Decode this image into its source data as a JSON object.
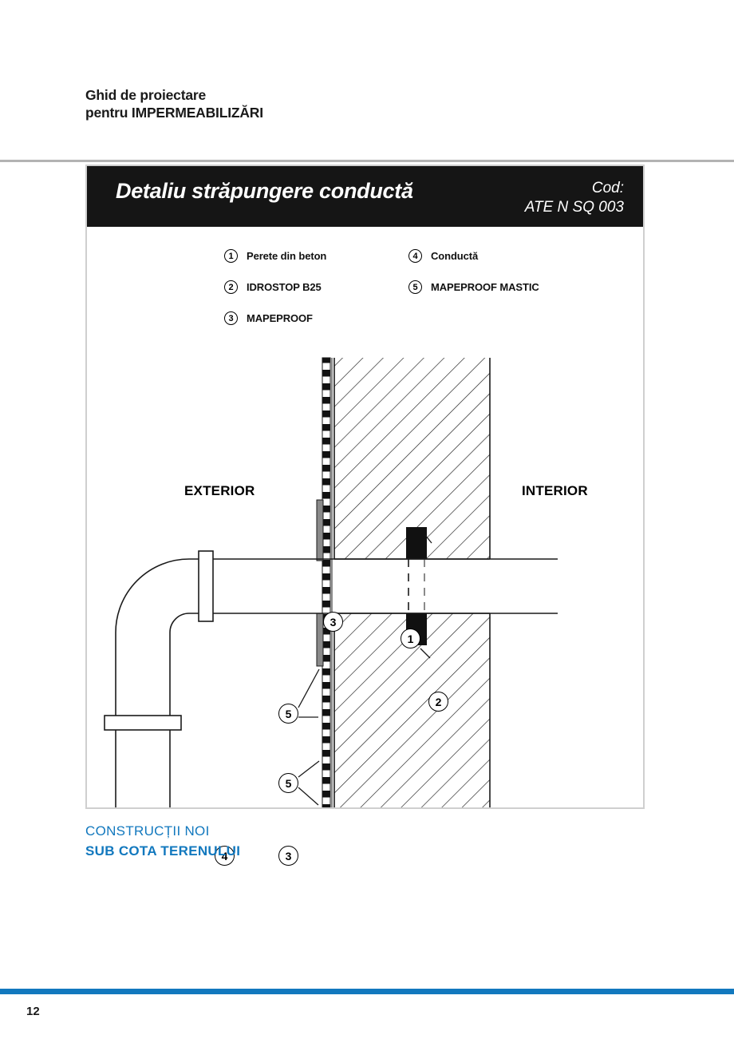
{
  "header": {
    "line1": "Ghid de proiectare",
    "line2": "pentru IMPERMEABILIZĂRI"
  },
  "drawing_card": {
    "title": "Detaliu străpungere conductă",
    "code_label": "Cod:",
    "code_value": "ATE N SQ 003"
  },
  "legend": {
    "items": [
      {
        "num": "1",
        "label": "Perete din beton"
      },
      {
        "num": "2",
        "label": "IDROSTOP B25"
      },
      {
        "num": "3",
        "label": "MAPEPROOF"
      },
      {
        "num": "4",
        "label": "Conductă"
      },
      {
        "num": "5",
        "label": "MAPEPROOF MASTIC"
      }
    ]
  },
  "drawing": {
    "label_exterior": "EXTERIOR",
    "label_interior": "INTERIOR",
    "callouts": {
      "membrane_top": "3",
      "wall": "1",
      "waterstop": "2",
      "mastic_top": "5",
      "mastic_bottom": "5",
      "pipe": "4",
      "membrane_bottom": "3"
    }
  },
  "footer": {
    "line1": "CONSTRUCȚII NOI",
    "line2": "SUB COTA TERENULUI"
  },
  "page_number": "12",
  "colors": {
    "brand_blue": "#1278be",
    "title_bar": "#151515",
    "rule_gray": "#b3b3b3"
  }
}
